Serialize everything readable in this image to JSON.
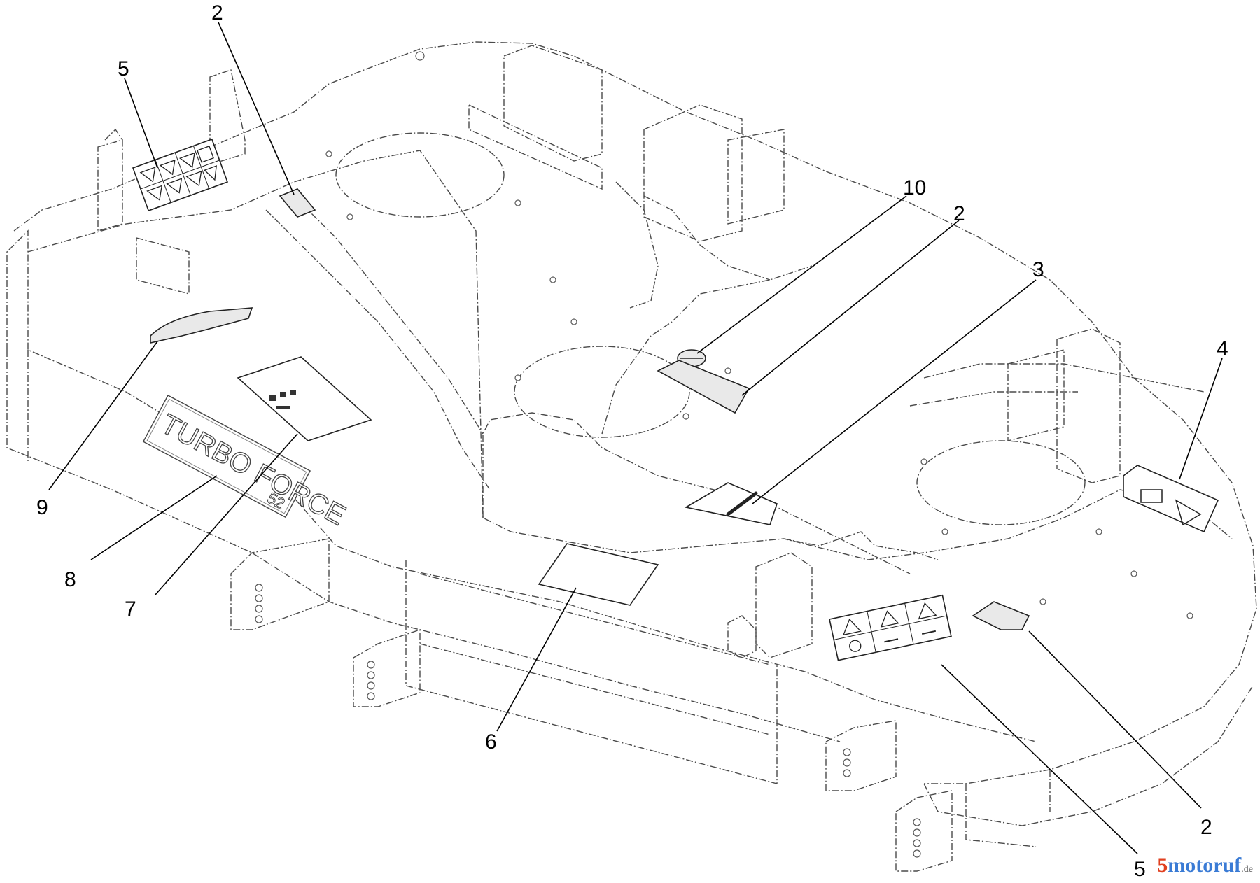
{
  "callouts": [
    {
      "id": "c2a",
      "label": "2"
    },
    {
      "id": "c5a",
      "label": "5"
    },
    {
      "id": "c10",
      "label": "10"
    },
    {
      "id": "c2b",
      "label": "2"
    },
    {
      "id": "c3",
      "label": "3"
    },
    {
      "id": "c4",
      "label": "4"
    },
    {
      "id": "c9",
      "label": "9"
    },
    {
      "id": "c8",
      "label": "8"
    },
    {
      "id": "c7",
      "label": "7"
    },
    {
      "id": "c6",
      "label": "6"
    },
    {
      "id": "c2c",
      "label": "2"
    },
    {
      "id": "c5b",
      "label": "5"
    }
  ],
  "deck_emboss": {
    "brand": "TURBO FORCE",
    "size": "52"
  },
  "watermark": {
    "name": "motoruf",
    "tld": ".de"
  }
}
